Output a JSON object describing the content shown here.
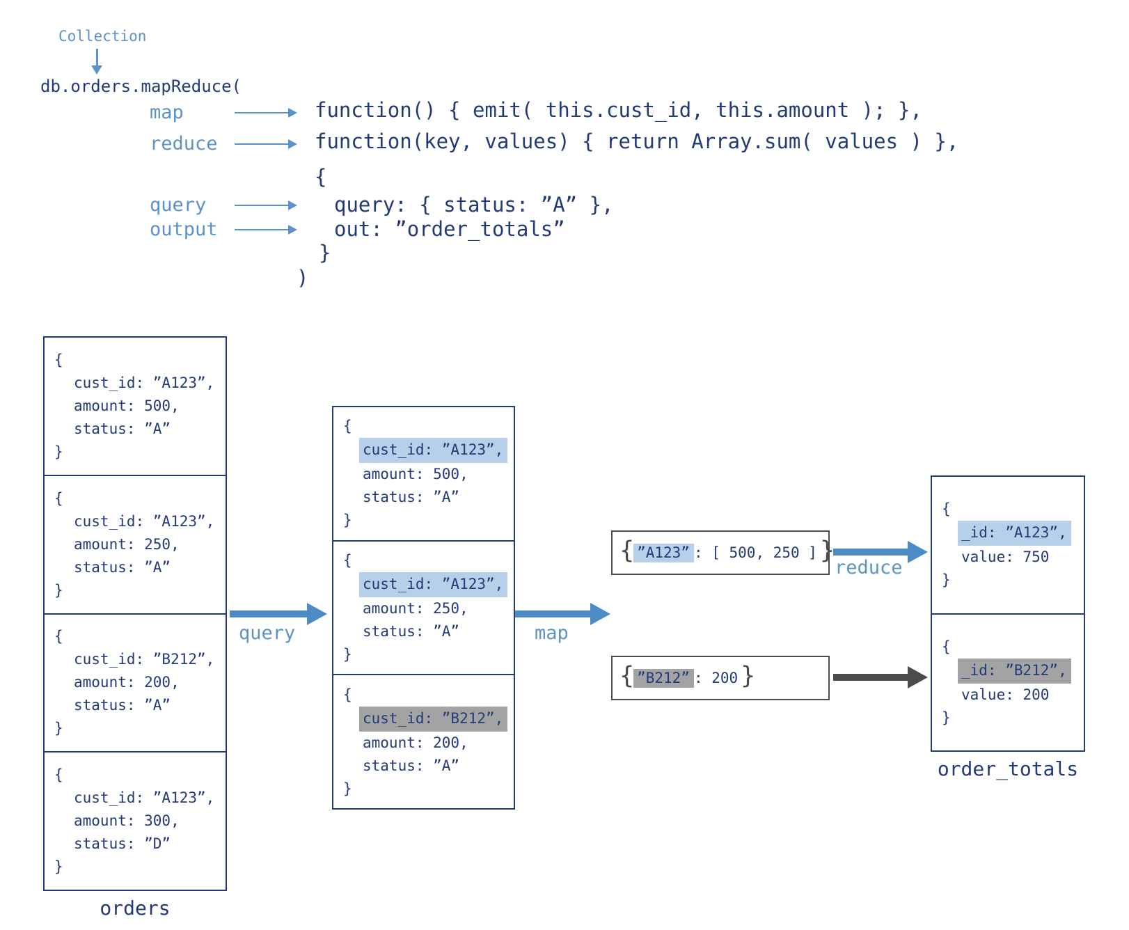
{
  "header": {
    "collection_label": "Collection",
    "call_line": "db.orders.mapReduce(",
    "map_label": "map",
    "map_code": "function() { emit( this.cust_id, this.amount ); },",
    "reduce_label": "reduce",
    "reduce_code": "function(key, values) { return Array.sum( values ) },",
    "options_open": "{",
    "query_label": "query",
    "query_code": "query: { status: ”A” },",
    "output_label": "output",
    "output_code": "out: ”order_totals”",
    "options_close": "}",
    "close_paren": ")"
  },
  "orders": {
    "label": "orders",
    "docs": [
      {
        "open": "{",
        "key": "cust_id: ”A123”,",
        "amount": "amount: 500,",
        "status": "status: ”A”",
        "close": "}"
      },
      {
        "open": "{",
        "key": "cust_id: ”A123”,",
        "amount": "amount: 250,",
        "status": "status: ”A”",
        "close": "}"
      },
      {
        "open": "{",
        "key": "cust_id: ”B212”,",
        "amount": "amount: 200,",
        "status": "status: ”A”",
        "close": "}"
      },
      {
        "open": "{",
        "key": "cust_id: ”A123”,",
        "amount": "amount: 300,",
        "status": "status: ”D”",
        "close": "}"
      }
    ]
  },
  "filtered": {
    "docs": [
      {
        "open": "{",
        "key": "cust_id: ”A123”,",
        "amount": "amount: 500,",
        "status": "status: ”A”",
        "close": "}"
      },
      {
        "open": "{",
        "key": "cust_id: ”A123”,",
        "amount": "amount: 250,",
        "status": "status: ”A”",
        "close": "}"
      },
      {
        "open": "{",
        "key": "cust_id: ”B212”,",
        "amount": "amount: 200,",
        "status": "status: ”A”",
        "close": "}"
      }
    ]
  },
  "flow": {
    "query_label": "query",
    "map_label": "map",
    "reduce_label": "reduce"
  },
  "mapped": {
    "pairs": [
      {
        "open": "{",
        "key": "”A123”",
        "rest": ": [ 500, 250 ]",
        "close": "}"
      },
      {
        "open": "{",
        "key": "”B212”",
        "rest": ": 200",
        "close": "}"
      }
    ]
  },
  "totals": {
    "label": "order_totals",
    "docs": [
      {
        "open": "{",
        "id": "_id: ”A123”,",
        "value": "value: 750",
        "close": "}"
      },
      {
        "open": "{",
        "id": "_id: ”B212”,",
        "value": "value: 200",
        "close": "}"
      }
    ]
  }
}
